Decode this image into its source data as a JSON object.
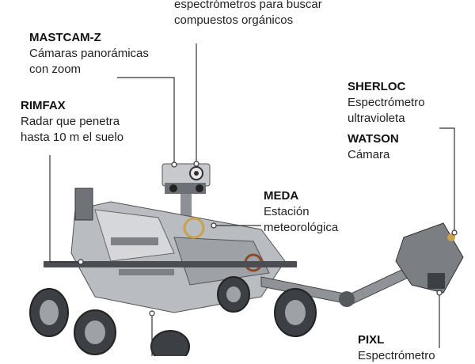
{
  "labels": {
    "supercam": {
      "desc": "espectrómetros para buscar\ncompuestos orgánicos"
    },
    "mastcam": {
      "name": "MASTCAM-Z",
      "desc": "Cámaras panorámicas\ncon zoom"
    },
    "rimfax": {
      "name": "RIMFAX",
      "desc": "Radar que penetra\nhasta 10 m el suelo"
    },
    "sherloc": {
      "name": "SHERLOC",
      "desc": "Espectrómetro\nultravioleta"
    },
    "watson": {
      "name": "WATSON",
      "desc": "Cámara"
    },
    "meda": {
      "name": "MEDA",
      "desc": "Estación\nmeteorológica"
    },
    "pixl": {
      "name": "PIXL",
      "desc": "Espectrómetro"
    }
  },
  "colors": {
    "leader": "#333333",
    "body": "#b9bcc0",
    "dark": "#3c3f44",
    "gold": "#c9a24a"
  }
}
